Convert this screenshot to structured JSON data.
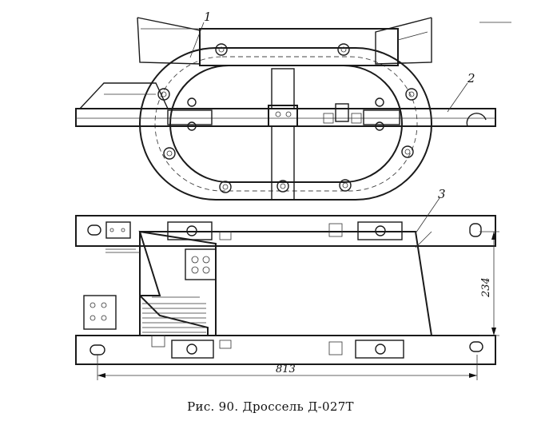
{
  "figure": {
    "caption": "Рис. 90. Дроссель Д-027Т",
    "callouts": [
      "1",
      "2",
      "3"
    ],
    "dimensions": {
      "length": "813",
      "height": "234"
    }
  }
}
